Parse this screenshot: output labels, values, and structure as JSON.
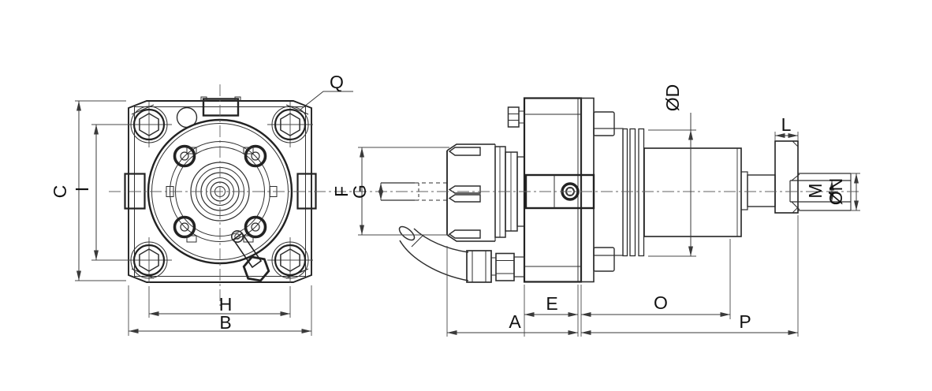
{
  "drawing_labels": {
    "front": {
      "c": "C",
      "i": "I",
      "h": "H",
      "b": "B",
      "q": "Q"
    },
    "side": {
      "f": "F",
      "g": "G",
      "diameter_d": "ØD",
      "l": "L",
      "m": "M",
      "diameter_n": "ØN",
      "e": "E",
      "o": "O",
      "a": "A",
      "p": "P"
    }
  },
  "colors": {
    "outline": "#222222",
    "dimension": "#3a3a3a",
    "centerline": "#606060",
    "background": "#ffffff",
    "label_text": "#111111"
  }
}
